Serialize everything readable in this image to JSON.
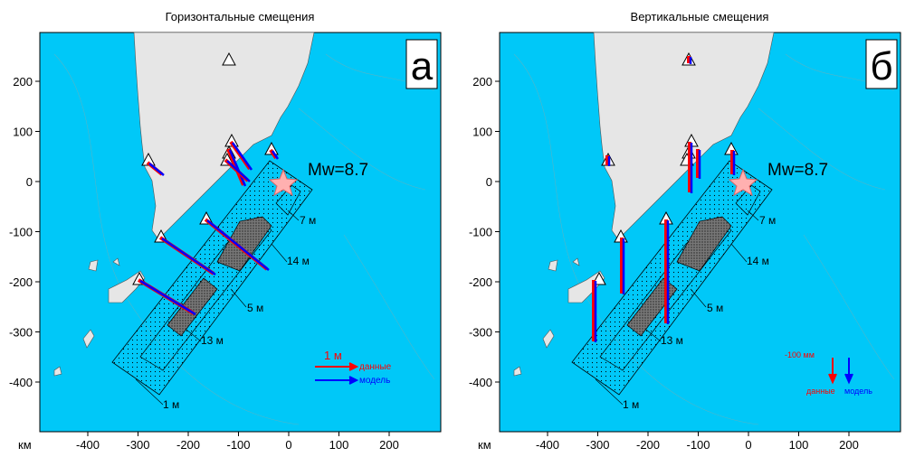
{
  "panels": [
    {
      "title": "Горизонтальные смещения",
      "letter": "а",
      "magnitude": "Mw=8.7",
      "contours": [
        "7 м",
        "14 м",
        "5 м",
        "13 м",
        "1 м"
      ],
      "legend": {
        "scale": "1 м",
        "data": "данные",
        "model": "модель"
      }
    },
    {
      "title": "Вертикальные смещения",
      "letter": "б",
      "magnitude": "Mw=8.7",
      "contours": [
        "7 м",
        "14 м",
        "5 м",
        "13 м",
        "1 м"
      ],
      "legend": {
        "scale": "-100 мм",
        "data": "данные",
        "model": "модель"
      }
    }
  ],
  "axes": {
    "unit": "км",
    "x_ticks": [
      "-400",
      "-300",
      "-200",
      "-100",
      "0",
      "100",
      "200"
    ],
    "y_ticks": [
      "200",
      "100",
      "0",
      "-100",
      "-200",
      "-300",
      "-400"
    ]
  },
  "colors": {
    "ocean": "#00c8f8",
    "land": "#e6e6e6",
    "data": "#ff0000",
    "model": "#0000ff",
    "epicenter": "#ffb0b0"
  }
}
